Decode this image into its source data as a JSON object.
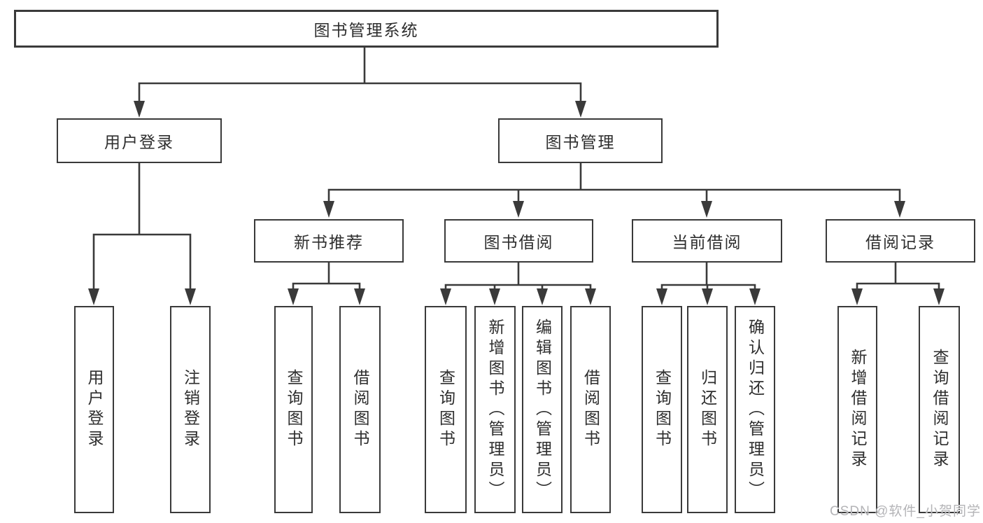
{
  "diagram": {
    "type": "functional-structure-tree",
    "root": {
      "label": "图书管理系统"
    },
    "login": {
      "label": "用户登录",
      "children": [
        {
          "label": "用户登录"
        },
        {
          "label": "注销登录"
        }
      ]
    },
    "management": {
      "label": "图书管理",
      "children": [
        {
          "label": "新书推荐",
          "children": [
            {
              "label": "查询图书"
            },
            {
              "label": "借阅图书"
            }
          ]
        },
        {
          "label": "图书借阅",
          "children": [
            {
              "label": "查询图书"
            },
            {
              "label": "新增图书（管理员）"
            },
            {
              "label": "编辑图书（管理员）"
            },
            {
              "label": "借阅图书"
            }
          ]
        },
        {
          "label": "当前借阅",
          "children": [
            {
              "label": "查询图书"
            },
            {
              "label": "归还图书"
            },
            {
              "label": "确认归还（管理员）"
            }
          ]
        },
        {
          "label": "借阅记录",
          "children": [
            {
              "label": "新增借阅记录"
            },
            {
              "label": "查询借阅记录"
            }
          ]
        }
      ]
    }
  },
  "watermark": {
    "text": "CSDN @软件_小贺同学"
  },
  "colors": {
    "line": "#3a3a3a",
    "text": "#2e2e2e",
    "watermark": "#b4b4b7",
    "background": "#ffffff"
  }
}
